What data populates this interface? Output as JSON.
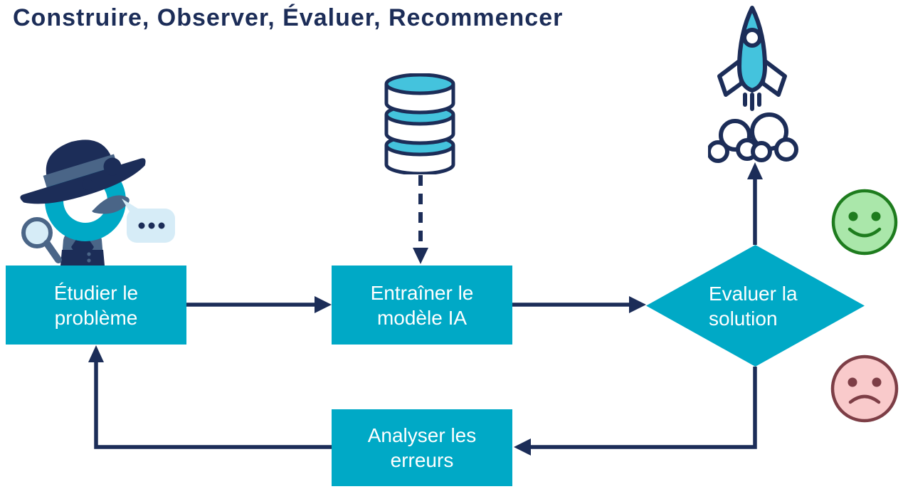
{
  "title": "Construire, Observer, Évaluer, Recommencer",
  "nodes": {
    "study": {
      "label": [
        "Étudier le",
        "problème"
      ]
    },
    "train": {
      "label": [
        "Entraîner le",
        "modèle IA"
      ]
    },
    "evaluate": {
      "label": [
        "Evaluer la",
        "solution"
      ]
    },
    "analyze": {
      "label": [
        "Analyser les",
        "erreurs"
      ]
    }
  },
  "icons": {
    "detective": "detective-with-magnifier",
    "database": "database-stack",
    "rocket": "rocket-launch",
    "happy": "happy-face",
    "sad": "sad-face",
    "speech_dots": "..."
  },
  "colors": {
    "navy": "#1c2d58",
    "teal": "#00a9c6",
    "teal_light": "#44c3dd",
    "slate": "#4a6587",
    "bubble": "#d6ecf7",
    "green_fill": "#aae7aa",
    "green_stroke": "#1e7c1e",
    "red_fill": "#f9cacb",
    "red_stroke": "#7d3e46"
  }
}
